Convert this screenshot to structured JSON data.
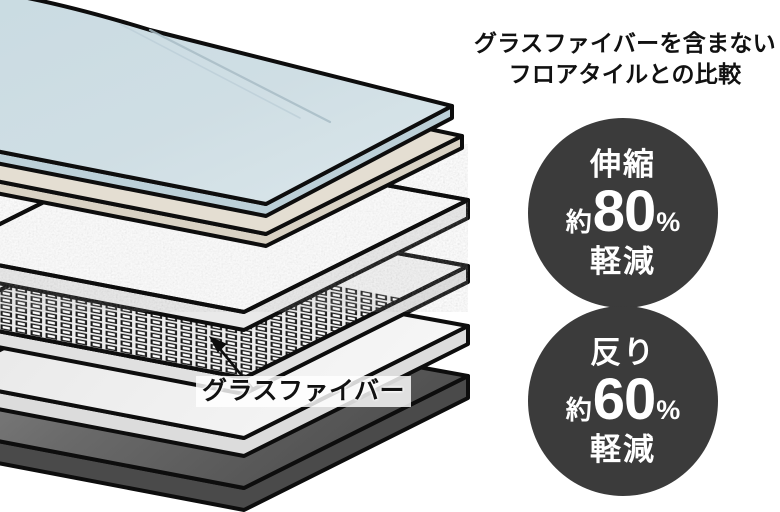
{
  "illustration": {
    "alt_name": "exploded-floor-tile-layers",
    "callout": {
      "label": "グラスファイバー",
      "arrow": "arrow-up-left-icon"
    },
    "layers": [
      {
        "name": "wear-layer-transparent",
        "color": "#cfdee4"
      },
      {
        "name": "print-layer-beige",
        "color": "#e4ded2"
      },
      {
        "name": "core-layer-white-textured",
        "color": "#fbfbfb"
      },
      {
        "name": "fiberglass-mesh-layer",
        "color": "#e8e8e8"
      },
      {
        "name": "middle-layer-light-gray",
        "color": "#efefef"
      },
      {
        "name": "backing-layer-dark-gray",
        "color": "#6e6e6e"
      }
    ]
  },
  "right_panel": {
    "heading": {
      "line1": "グラスファイバーを含まない",
      "line2": "フロアタイルとの比較"
    },
    "badges": [
      {
        "name": "stretch",
        "top": "伸縮",
        "approx": "約",
        "number": "80",
        "percent": "%",
        "bottom": "軽減",
        "color": "#3b3b3b"
      },
      {
        "name": "warp",
        "top": "反り",
        "approx": "約",
        "number": "60",
        "percent": "%",
        "bottom": "軽減",
        "color": "#3b3b3b"
      }
    ]
  }
}
